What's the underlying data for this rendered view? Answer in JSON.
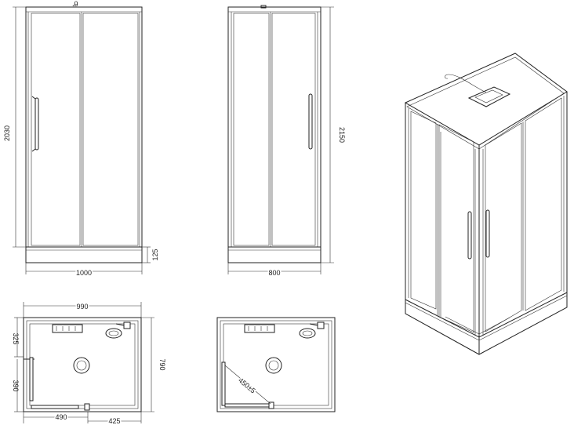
{
  "front_view_door": {
    "height_label": "2030",
    "tray_height_label": "125",
    "width_label": "1000"
  },
  "side_view_panel": {
    "height_label": "2150",
    "width_label": "800"
  },
  "plan_view_left": {
    "width_label": "990",
    "depth_label": "790",
    "offset_top_label": "325",
    "offset_left_label": "390",
    "bottom_left_label": "490",
    "bottom_right_label": "425"
  },
  "plan_view_right": {
    "diagonal_label": "450±5"
  }
}
